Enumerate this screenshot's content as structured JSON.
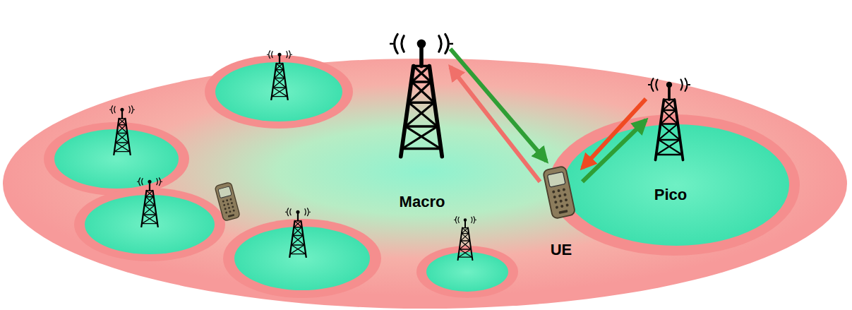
{
  "diagram": {
    "nodes": [
      {
        "text": [
          "Macro"
        ]
      },
      {
        "text": [
          "UE"
        ]
      },
      {
        "text": [
          "Pico"
        ]
      }
    ],
    "edges": [
      {
        "from": 0,
        "to": 1,
        "arrow": "to"
      },
      {
        "from": 1,
        "to": 0,
        "arrow": "to"
      },
      {
        "from": 2,
        "to": 1,
        "arrow": "to"
      },
      {
        "from": 1,
        "to": 2,
        "arrow": "to"
      }
    ]
  }
}
